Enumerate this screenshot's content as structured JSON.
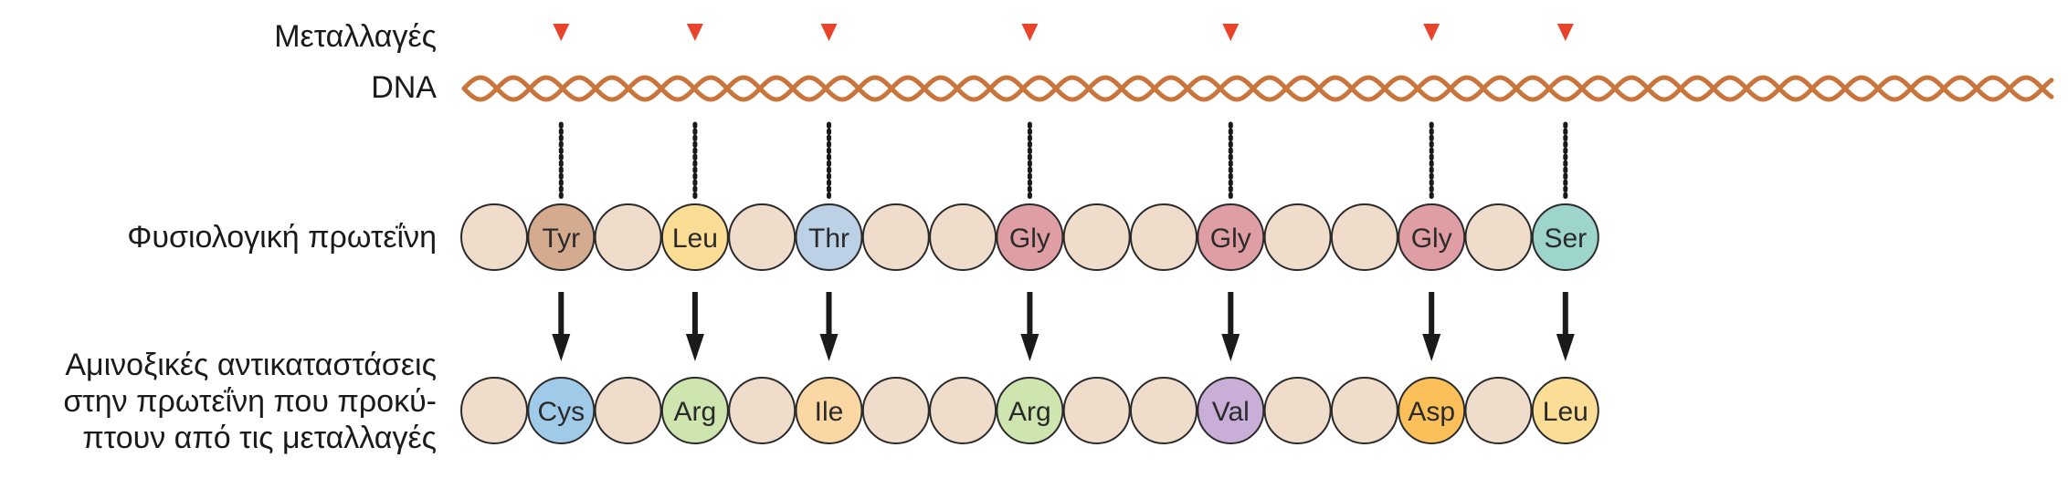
{
  "labels": {
    "mutations": "Μεταλλαγές",
    "dna": "DNA",
    "normal_protein": "Φυσιολογική πρωτεΐνη",
    "substitutions": [
      "Αμινοξικές αντικαταστάσεις",
      "στην πρωτεΐνη που προκύ-",
      "πτουν από τις μεταλλαγές"
    ]
  },
  "colors": {
    "helix": "#c8743a",
    "plain_bead": "#efdccb",
    "bead_stroke": "#2a2a2a",
    "marker": "#e8432b",
    "arrow": "#1a1a1a"
  },
  "mutations": [
    {
      "normal": "Tyr",
      "normal_color": "#d4ab8e",
      "mutant": "Cys",
      "mutant_color": "#9fcbe9"
    },
    {
      "normal": "Leu",
      "normal_color": "#fbdd95",
      "mutant": "Arg",
      "mutant_color": "#cfe5b0"
    },
    {
      "normal": "Thr",
      "normal_color": "#bcd1e6",
      "mutant": "Ile",
      "mutant_color": "#fbd7a3"
    },
    {
      "normal": "Gly",
      "normal_color": "#df9ea3",
      "mutant": "Arg",
      "mutant_color": "#cfe5b0"
    },
    {
      "normal": "Gly",
      "normal_color": "#df9ea3",
      "mutant": "Val",
      "mutant_color": "#c9aed8"
    },
    {
      "normal": "Gly",
      "normal_color": "#df9ea3",
      "mutant": "Asp",
      "mutant_color": "#fcc05a"
    },
    {
      "normal": "Ser",
      "normal_color": "#9dd4cb",
      "mutant": "Leu",
      "mutant_color": "#fbdd95"
    }
  ]
}
